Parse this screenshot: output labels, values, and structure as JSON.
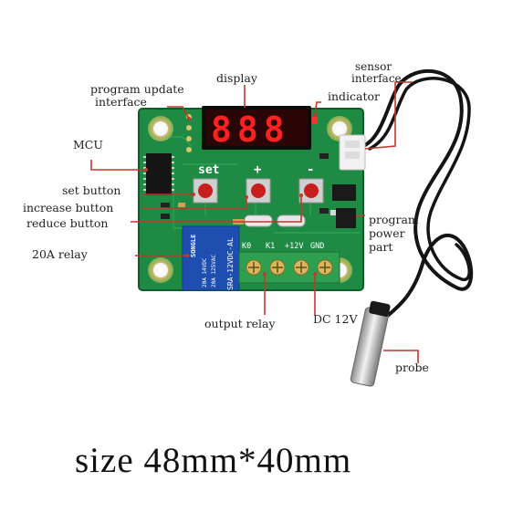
{
  "labels": {
    "display": "display",
    "program_update_1": "program update",
    "program_update_2": "interface",
    "indicator": "indicator",
    "sensor_1": "sensor",
    "sensor_2": "interface",
    "mcu": "MCU",
    "set_button": "set button",
    "increase_button": "increase button",
    "reduce_button": "reduce button",
    "relay_20a": "20A relay",
    "program_power_1": "program",
    "program_power_2": "power",
    "program_power_3": "part",
    "output_relay": "output relay",
    "dc_12v": "DC 12V",
    "probe": "probe"
  },
  "board": {
    "digits": "888",
    "btn_set": "set",
    "btn_plus": "+",
    "btn_minus": "-",
    "term_k0": "K0",
    "term_k1": "K1",
    "term_12v": "+12V",
    "term_gnd": "GND",
    "relay_model": "SRA-12VDC-AL",
    "relay_brand": "SONGLE",
    "relay_rating_1": "20A 14VDC",
    "relay_rating_2": "20A 125VAC"
  },
  "caption": "size 48mm*40mm",
  "colors": {
    "pcb": "#1f8a44",
    "pcb_dark": "#146a32",
    "leader": "#c0392b",
    "terminal": "#2e9e4f",
    "relay_blue": "#1e4fb0",
    "display_red": "#ff2020"
  }
}
